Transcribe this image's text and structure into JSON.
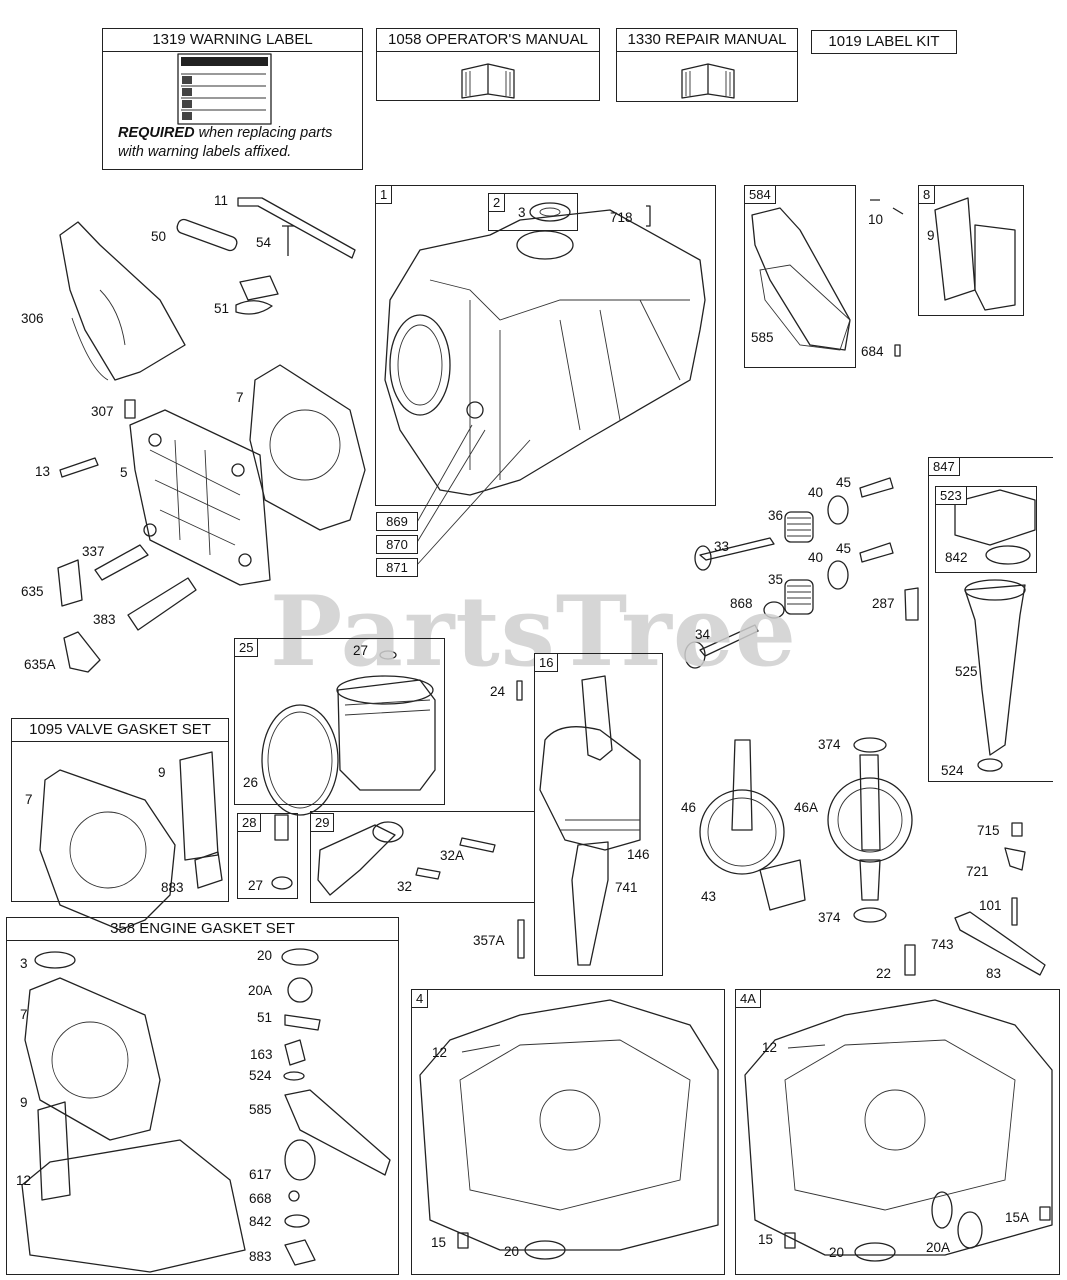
{
  "watermark": "PartsTree",
  "top_boxes": {
    "warning_label": {
      "title": "1319 WARNING LABEL",
      "note_bold": "REQUIRED",
      "note_rest_1": " when replacing parts",
      "note_line_2": "with warning labels affixed."
    },
    "operators_manual": {
      "title": "1058 OPERATOR'S MANUAL"
    },
    "repair_manual": {
      "title": "1330 REPAIR MANUAL"
    },
    "label_kit": {
      "title": "1019 LABEL KIT"
    }
  },
  "kits": {
    "valve_gasket_set": {
      "title": "1095 VALVE GASKET SET"
    },
    "engine_gasket_set": {
      "title": "358 ENGINE GASKET SET"
    }
  },
  "box_tags": {
    "b1": "1",
    "b2": "2",
    "b584": "584",
    "b8": "8",
    "b847": "847",
    "b523": "523",
    "b25": "25",
    "b16": "16",
    "b28": "28",
    "b29": "29",
    "b4": "4",
    "b4a": "4A"
  },
  "ref_tags": [
    "869",
    "870",
    "871"
  ],
  "labels": {
    "l11": "11",
    "l50": "50",
    "l54": "54",
    "l51": "51",
    "l306": "306",
    "l307": "307",
    "l7a": "7",
    "l13": "13",
    "l5": "5",
    "l337": "337",
    "l635": "635",
    "l383": "383",
    "l635a": "635A",
    "l3a": "3",
    "l718": "718",
    "l10": "10",
    "l9a": "9",
    "l585a": "585",
    "l684": "684",
    "l40a": "40",
    "l45a": "45",
    "l36": "36",
    "l33": "33",
    "l40b": "40",
    "l45b": "45",
    "l35": "35",
    "l868": "868",
    "l287": "287",
    "l34": "34",
    "l842a": "842",
    "l525": "525",
    "l524a": "524",
    "l27a": "27",
    "l26": "26",
    "l24": "24",
    "l146": "146",
    "l741": "741",
    "l357a": "357A",
    "l7b": "7",
    "l9b": "9",
    "l883a": "883",
    "l27b": "27",
    "l32a": "32A",
    "l32": "32",
    "l374a": "374",
    "l46": "46",
    "l46a": "46A",
    "l715": "715",
    "l721": "721",
    "l43": "43",
    "l101": "101",
    "l374b": "374",
    "l743": "743",
    "l22": "22",
    "l83": "83",
    "l3b": "3",
    "l7c": "7",
    "l9c": "9",
    "l12a": "12",
    "l20a": "20",
    "l20aa": "20A",
    "l51b": "51",
    "l163": "163",
    "l524b": "524",
    "l585b": "585",
    "l617": "617",
    "l668": "668",
    "l842b": "842",
    "l883b": "883",
    "l12b": "12",
    "l15a": "15",
    "l20b": "20",
    "l12c": "12",
    "l15b": "15",
    "l20c": "20",
    "l20ab": "20A",
    "l15aa": "15A"
  }
}
